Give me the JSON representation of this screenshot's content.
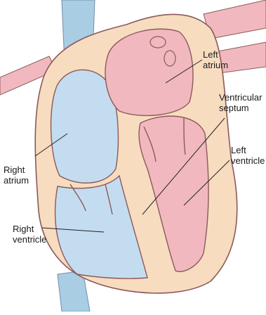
{
  "diagram": {
    "labels": {
      "left_atrium": [
        "Left",
        "atrium"
      ],
      "ventricular_septum": [
        "Ventricular",
        "septum"
      ],
      "left_ventricle": [
        "Left",
        "ventricle"
      ],
      "right_atrium": [
        "Right",
        "atrium"
      ],
      "right_ventricle": [
        "Right",
        "ventricle"
      ]
    },
    "colors": {
      "vessel_blue": "#a9cde3",
      "right_chamber_blue": "#c4dcf0",
      "left_chamber_pink": "#f1b9bf",
      "myocardium": "#f7dcc0",
      "outline": "#8a5a5a",
      "leader_line": "#222222"
    }
  }
}
